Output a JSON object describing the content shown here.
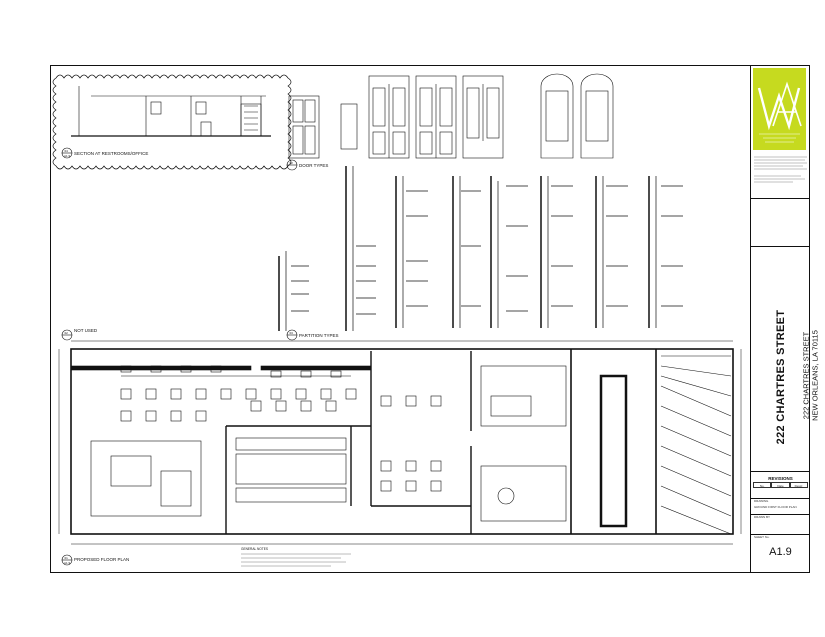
{
  "sheet": {
    "project_street": "222 CHARTRES STREET",
    "project_address": "222 CHARTRES STREET",
    "project_city": "NEW ORLEANS, LA 70115",
    "revisions_title": "REVISIONS",
    "revision_columns": [
      "No.",
      "Date",
      "Descr."
    ],
    "drawing_title_label": "DRAWING",
    "drawing_title": "GROUND FIRST FLOOR PLAN",
    "drawn_by_label": "DRAWN BY",
    "sheet_no_label": "SHEET No.",
    "sheet_number": "A1.9"
  },
  "drawing": {
    "section_tag": "04",
    "section_ref": "A1.9",
    "section_title": "SECTION AT RESTROOMS/OFFICE",
    "doors_tag": "02",
    "doors_title": "DOOR TYPES",
    "partitions_tag": "03",
    "partitions_title": "PARTITION TYPES",
    "not_used_tag": "02",
    "not_used_title": "NOT USED",
    "plan_tag": "01",
    "plan_ref": "A1.9",
    "plan_title": "PROPOSED FLOOR PLAN",
    "general_notes_title": "GENERAL NOTES"
  },
  "colors": {
    "logo_green": "#c6da1f",
    "ink": "#111111"
  }
}
